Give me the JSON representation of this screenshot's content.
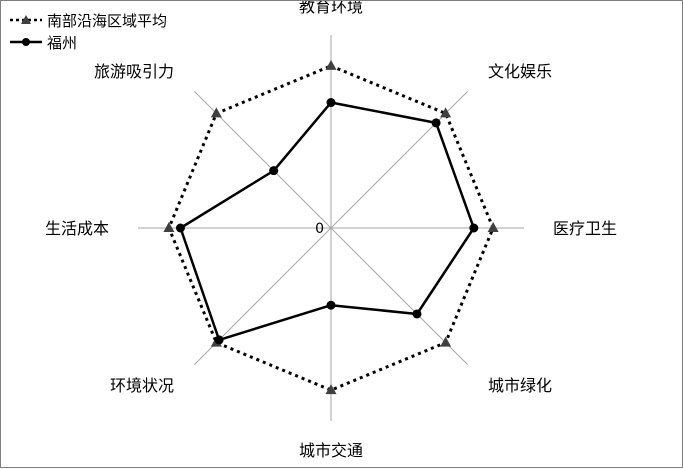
{
  "chart_data": {
    "type": "radar",
    "axes": [
      "教育环境",
      "文化娱乐",
      "医疗卫生",
      "城市绿化",
      "城市交通",
      "环境状况",
      "生活成本",
      "旅游吸引力"
    ],
    "center_label": "0",
    "series": [
      {
        "name": "南部沿海区域平均",
        "values": [
          0.84,
          0.84,
          0.84,
          0.84,
          0.84,
          0.84,
          0.84,
          0.84
        ],
        "style": "dotted",
        "marker": "triangle",
        "color": "#000000",
        "marker_color": "#404040"
      },
      {
        "name": "福州",
        "values": [
          0.65,
          0.77,
          0.74,
          0.63,
          0.4,
          0.82,
          0.78,
          0.42
        ],
        "style": "solid",
        "marker": "circle",
        "color": "#000000",
        "marker_color": "#000000"
      }
    ],
    "grid": "spokes",
    "legend_position": "top-left"
  }
}
